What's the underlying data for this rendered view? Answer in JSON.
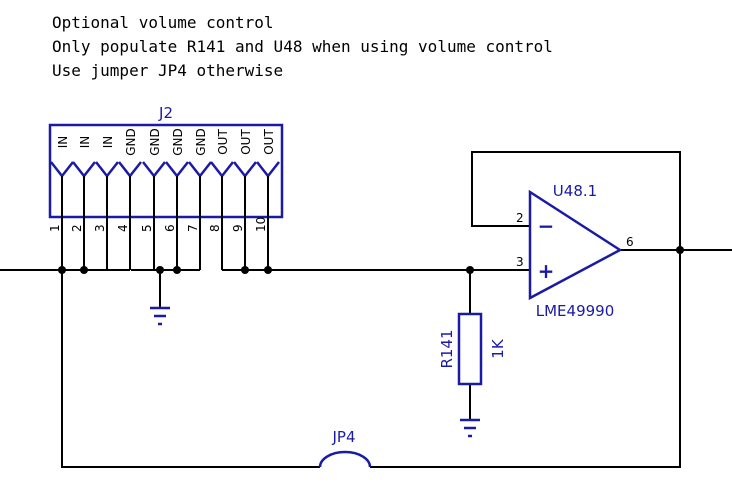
{
  "notes": [
    "Optional volume control",
    "Only populate R141 and U48 when using volume control",
    "Use jumper JP4 otherwise"
  ],
  "connector": {
    "ref": "J2",
    "pins": [
      {
        "num": "1",
        "name": "IN"
      },
      {
        "num": "2",
        "name": "IN"
      },
      {
        "num": "3",
        "name": "IN"
      },
      {
        "num": "4",
        "name": "GND"
      },
      {
        "num": "5",
        "name": "GND"
      },
      {
        "num": "6",
        "name": "GND"
      },
      {
        "num": "7",
        "name": "GND"
      },
      {
        "num": "8",
        "name": "OUT"
      },
      {
        "num": "9",
        "name": "OUT"
      },
      {
        "num": "10",
        "name": "OUT"
      }
    ]
  },
  "opamp": {
    "ref": "U48.1",
    "part": "LME49990",
    "pin_inv": "2",
    "pin_noninv": "3",
    "pin_out": "6",
    "minus": "−",
    "plus": "+"
  },
  "resistor": {
    "ref": "R141",
    "value": "1K"
  },
  "jumper": {
    "ref": "JP4"
  },
  "colors": {
    "part": "#1a1aa6",
    "wire": "#000000"
  }
}
